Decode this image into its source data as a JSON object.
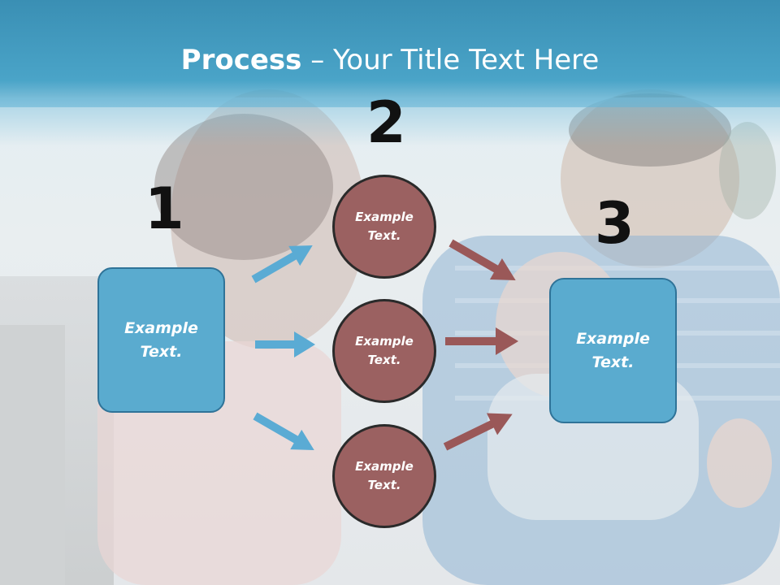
{
  "title": {
    "bold": "Process",
    "dash": " – ",
    "rest": "Your Title Text Here"
  },
  "steps": {
    "one": "1",
    "two": "2",
    "three": "3"
  },
  "left_box": {
    "line1": "Example",
    "line2": "Text."
  },
  "right_box": {
    "line1": "Example",
    "line2": "Text."
  },
  "circles": [
    {
      "line1": "Example",
      "line2": "Text."
    },
    {
      "line1": "Example",
      "line2": "Text."
    },
    {
      "line1": "Example",
      "line2": "Text."
    }
  ],
  "colors": {
    "header": "#4aa4c8",
    "box_fill": "#5aabcf",
    "box_border": "#2f7398",
    "circle_fill": "#9b6161",
    "circle_border": "#2a2a2a",
    "arrow_blue": "#5aabd4",
    "arrow_brown": "#9a5858"
  },
  "icons": {
    "arrow": "arrow-right-icon"
  }
}
